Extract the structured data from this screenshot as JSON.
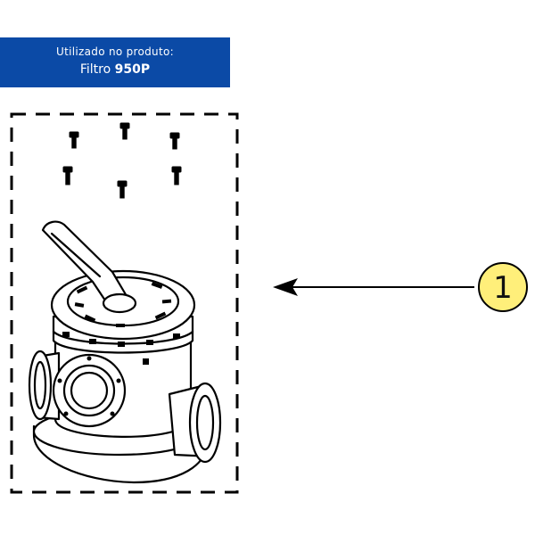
{
  "banner": {
    "line1": "Utilizado no produto:",
    "product_prefix": "Filtro",
    "product_model": "950P",
    "background_color": "#0b4aa6",
    "text_color": "#ffffff"
  },
  "callout": {
    "number": "1",
    "fill_color": "#ffef7a"
  },
  "parts": {
    "screws_count_label": "",
    "valve_icon": "multiport-valve-icon"
  }
}
